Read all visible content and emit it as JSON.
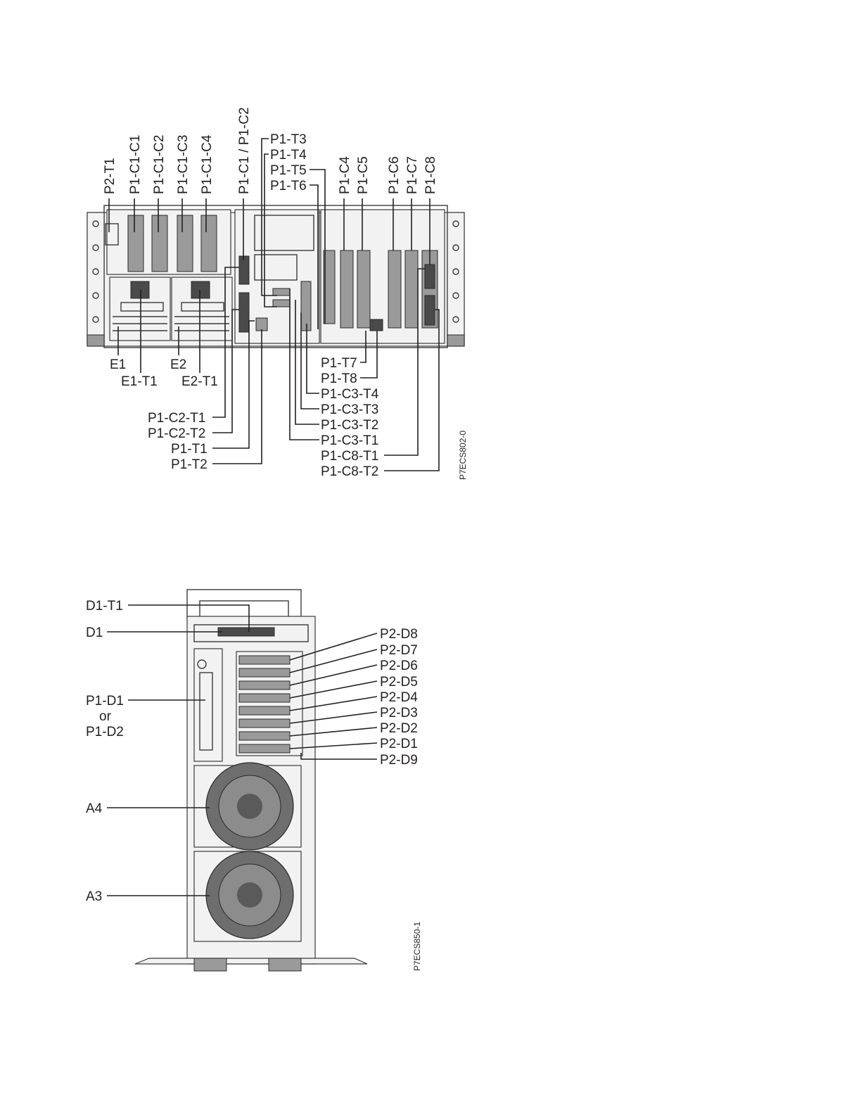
{
  "figures": [
    {
      "id_label": "P7ECS802-0",
      "labels": {
        "top": [
          "P2-T1",
          "P1-C1-C1",
          "P1-C1-C2",
          "P1-C1-C3",
          "P1-C1-C4",
          "P1-C1 / P1-C2",
          "P1-C4",
          "P1-C5",
          "P1-C6",
          "P1-C7",
          "P1-C8"
        ],
        "top_right_stack": [
          "P1-T3",
          "P1-T4",
          "P1-T5",
          "P1-T6"
        ],
        "bottom_left": [
          "E1",
          "E1-T1",
          "E2",
          "E2-T1",
          "P1-C2-T1",
          "P1-C2-T2",
          "P1-T1",
          "P1-T2"
        ],
        "bottom_right": [
          "P1-T7",
          "P1-T8",
          "P1-C3-T4",
          "P1-C3-T3",
          "P1-C3-T2",
          "P1-C3-T1",
          "P1-C8-T1",
          "P1-C8-T2"
        ]
      }
    },
    {
      "id_label": "P7ECS850-1",
      "labels": {
        "left": [
          "D1-T1",
          "D1",
          "P1-D1",
          "or",
          "P1-D2",
          "A4",
          "A3"
        ],
        "right": [
          "P2-D8",
          "P2-D7",
          "P2-D6",
          "P2-D5",
          "P2-D4",
          "P2-D3",
          "P2-D2",
          "P2-D1",
          "P2-D9"
        ]
      }
    }
  ]
}
